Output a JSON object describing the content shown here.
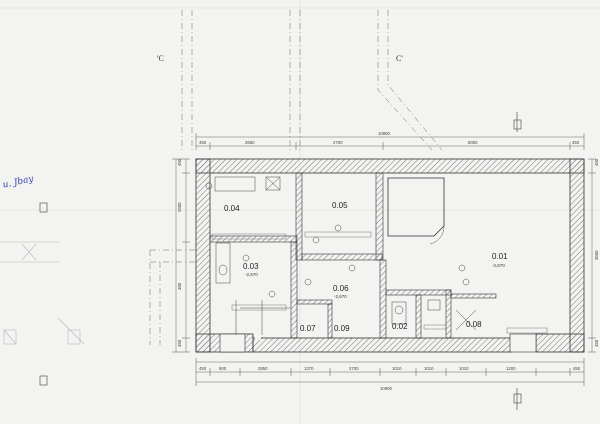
{
  "rooms": [
    {
      "id": "0.04",
      "elev": ""
    },
    {
      "id": "0.05",
      "elev": ""
    },
    {
      "id": "0.01",
      "elev": "-2,670"
    },
    {
      "id": "0.03",
      "elev": "-2,670"
    },
    {
      "id": "0.06",
      "elev": "-2,670"
    },
    {
      "id": "0.07",
      "elev": ""
    },
    {
      "id": "0.09",
      "elev": ""
    },
    {
      "id": "0.02",
      "elev": ""
    },
    {
      "id": "0.08",
      "elev": ""
    }
  ],
  "axes": {
    "left": "'C",
    "right": "C'"
  },
  "dimensions": {
    "top_total": "10900",
    "top": [
      "450",
      "2650",
      "2700",
      "5050",
      "450"
    ],
    "bottom": [
      "450",
      "900",
      "2850",
      "1370",
      "2700",
      "1010",
      "1010",
      "1010",
      "1200",
      "450"
    ],
    "bottom_total": "10900",
    "left": [
      "450",
      "2600",
      "480",
      "450"
    ],
    "right": [
      "450",
      "3650",
      "450"
    ]
  },
  "handwriting": "u. Jbay",
  "colors": {
    "paper": "#f3f3f1",
    "ink": "#333333",
    "hatch": "#777777",
    "pen": "#2a3fb0"
  }
}
